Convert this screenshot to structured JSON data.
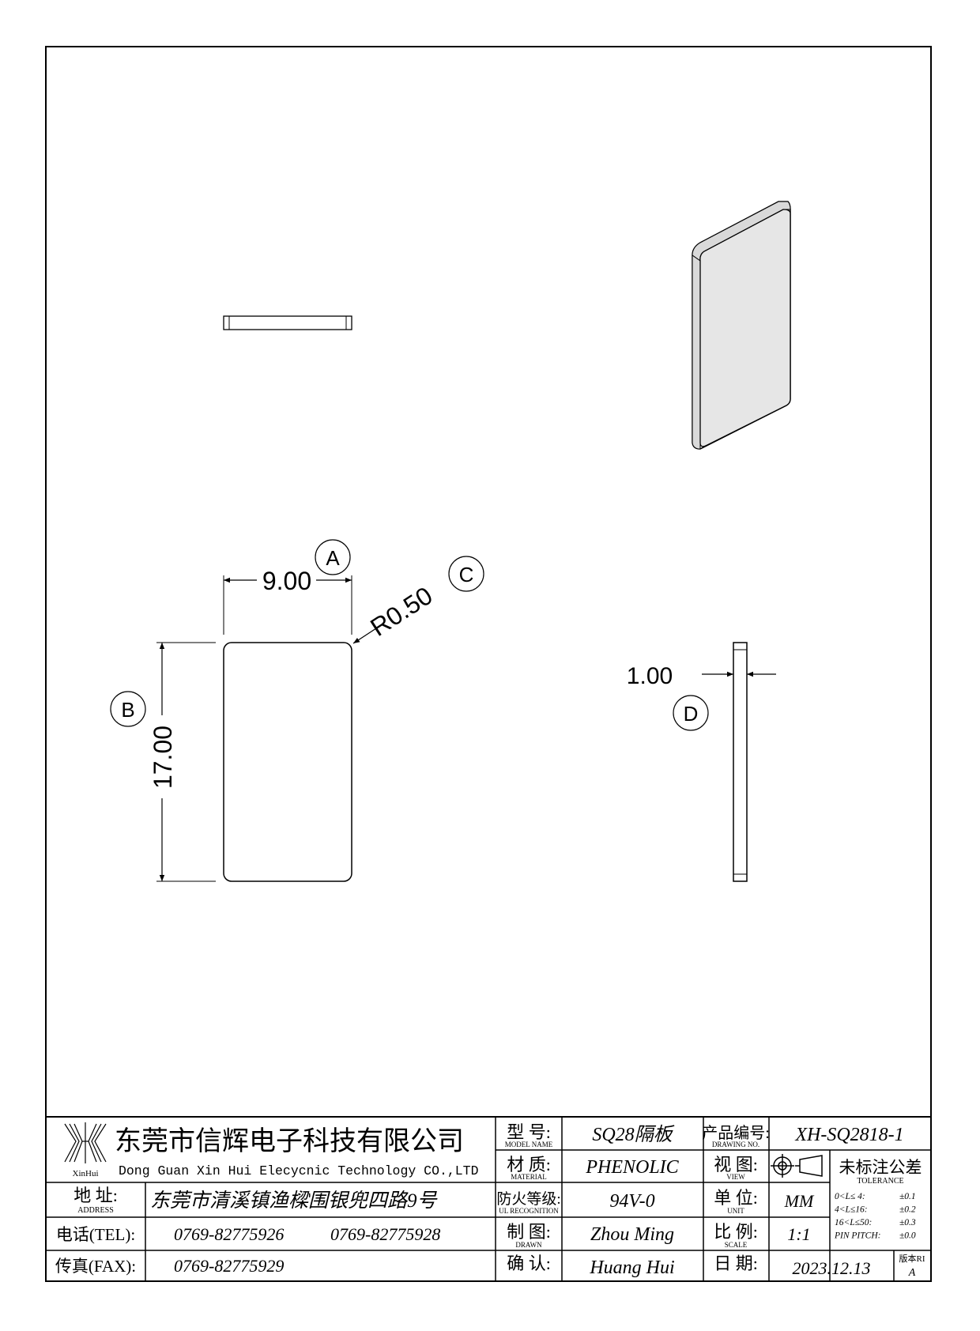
{
  "drawing": {
    "top_view_dims": {
      "width": "9.00",
      "height": "17.00",
      "radius": "R0.50"
    },
    "side_view_dims": {
      "thickness": "1.00"
    },
    "callouts": {
      "a": "A",
      "b": "B",
      "c": "C",
      "d": "D"
    }
  },
  "title_block": {
    "company_cn": "东莞市信辉电子科技有限公司",
    "company_en": "Dong Guan Xin Hui Elecycnic Technology CO.,LTD",
    "logo_text": "XinHui",
    "address_label": "地 址:",
    "address_label_en": "ADDRESS",
    "address_value": "东莞市清溪镇渔樑围银兜四路9号",
    "tel_label": "电话(TEL):",
    "tel_value_1": "0769-82775926",
    "tel_value_2": "0769-82775928",
    "fax_label": "传真(FAX):",
    "fax_value": "0769-82775929",
    "model_label": "型 号:",
    "model_label_en": "MODEL NAME",
    "model_value": "SQ28隔板",
    "material_label": "材 质:",
    "material_label_en": "MATERIAL",
    "material_value": "PHENOLIC",
    "fire_label": "防火等级:",
    "fire_label_en": "UL RECOGNITION",
    "fire_value": "94V-0",
    "drawn_label": "制 图:",
    "drawn_label_en": "DRAWN",
    "drawn_value": "Zhou Ming",
    "confirm_label": "确 认:",
    "confirm_value": "Huang Hui",
    "drawing_no_label": "产品编号:",
    "drawing_no_label_en": "DRAWING NO.",
    "drawing_no_value": "XH-SQ2818-1",
    "view_label": "视 图:",
    "view_label_en": "VIEW",
    "unit_label": "单 位:",
    "unit_label_en": "UNIT",
    "unit_value": "MM",
    "scale_label": "比 例:",
    "scale_label_en": "SCALE",
    "scale_value": "1:1",
    "date_label": "日 期:",
    "date_value": "2023.12.13",
    "tolerance_label": "未标注公差",
    "tolerance_label_en": "TOLERANCE",
    "tolerance_rows": [
      {
        "range": "0<L≤ 4:",
        "value": "±0.1"
      },
      {
        "range": "4<L≤16:",
        "value": "±0.2"
      },
      {
        "range": "16<L≤50:",
        "value": "±0.3"
      },
      {
        "range": "PIN PITCH:",
        "value": "±0.0"
      }
    ],
    "version_label": "版本RI",
    "version_value": "A"
  }
}
